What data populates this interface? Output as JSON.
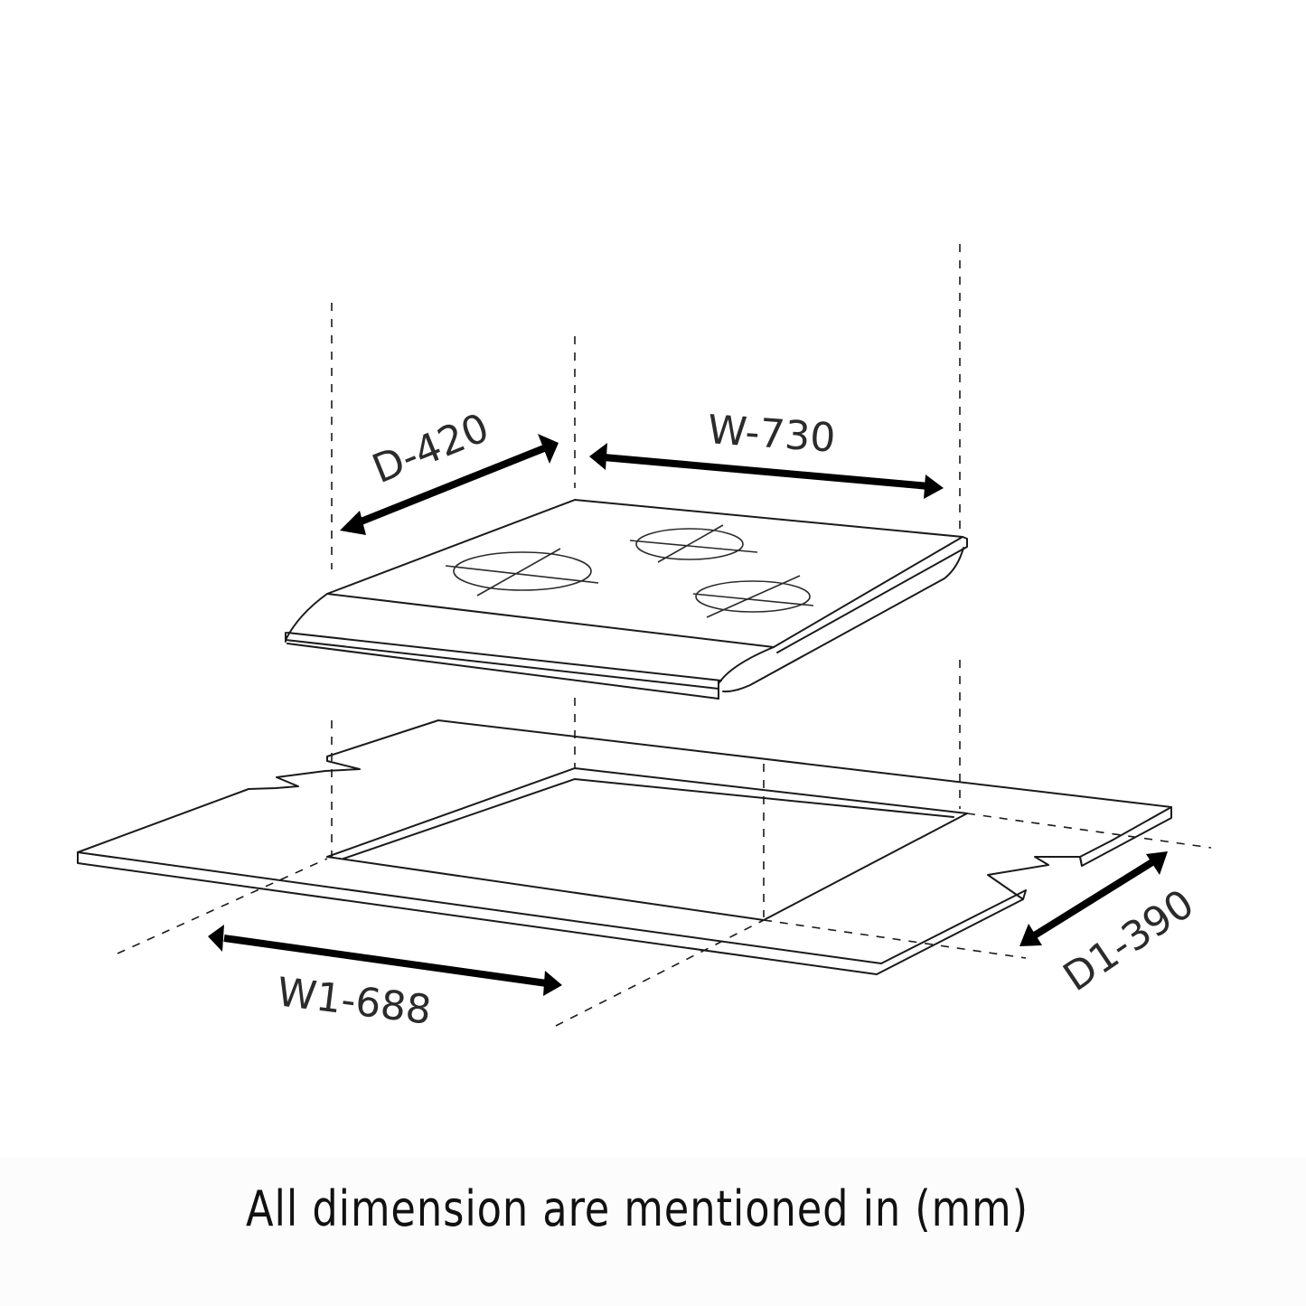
{
  "diagram": {
    "subject": "3-burner hob and countertop cutout",
    "hob": {
      "burner_count": 3
    },
    "dimensions": {
      "hob_depth": {
        "label": "D-420",
        "value": 420
      },
      "hob_width": {
        "label": "W-730",
        "value": 730
      },
      "cutout_width": {
        "label": "W1-688",
        "value": 688
      },
      "cutout_depth": {
        "label": "D1-390",
        "value": 390
      }
    },
    "colors": {
      "line": "#1a1a1a",
      "arrow": "#000000",
      "label": "#2b2b2b",
      "background": "#ffffff"
    }
  },
  "footer": {
    "note": "All dimension are mentioned in (mm)"
  }
}
